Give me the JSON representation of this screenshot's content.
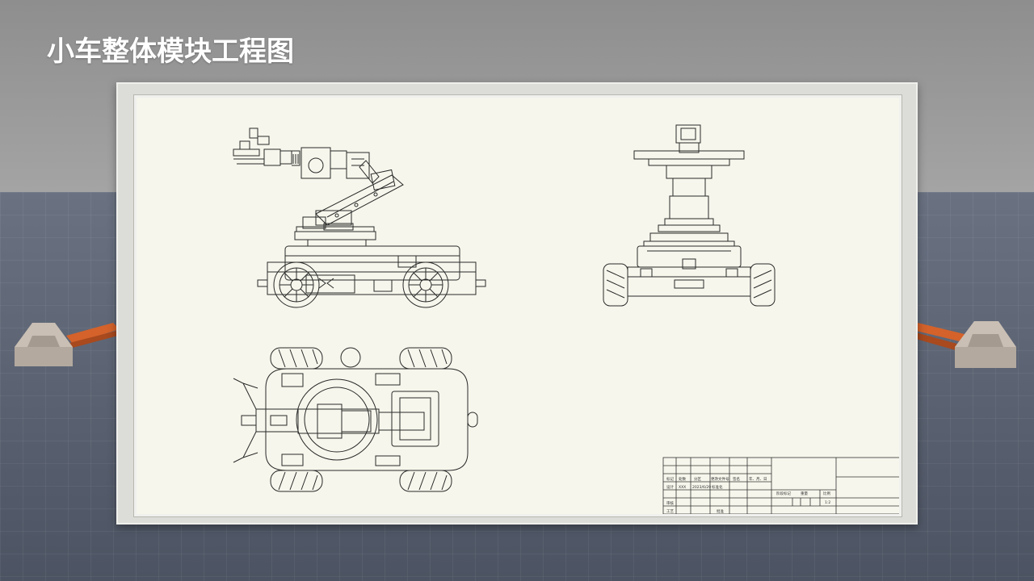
{
  "slide": {
    "title": "小车整体模块工程图"
  },
  "drawing": {
    "views": [
      "side-view",
      "front-view",
      "top-view"
    ],
    "line_color": "#2a2a2a",
    "paper_color": "#f6f6ec"
  },
  "title_block": {
    "row1": [
      "标记",
      "处数",
      "分区",
      "更改文件号",
      "签名",
      "年、月、日"
    ],
    "design_label": "设计",
    "designer": "XXX",
    "design_date": "2023/6/29",
    "standardize": "标准化",
    "stage_mark": "阶段标记",
    "weight": "重量",
    "scale_label": "比例",
    "review": "审核",
    "process": "工艺",
    "approve": "批准",
    "scale_value": "1:2"
  }
}
